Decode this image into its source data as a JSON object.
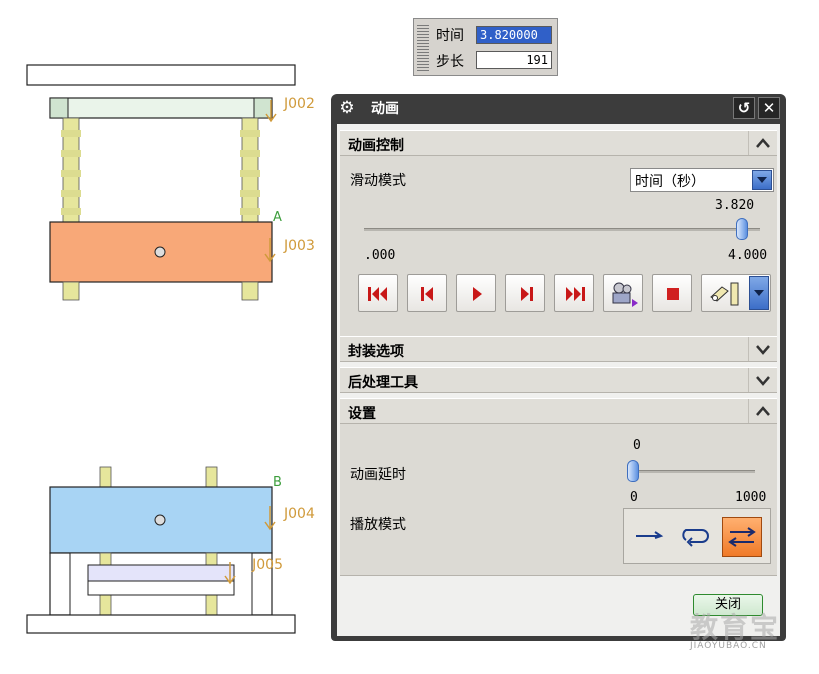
{
  "toolbar": {
    "time_label": "时间",
    "time_value": "3.820000",
    "step_label": "步长",
    "step_value": "191"
  },
  "dialog": {
    "title": "动画",
    "sections": {
      "animation_control": "动画控制",
      "package_options": "封装选项",
      "post_tools": "后处理工具",
      "settings": "设置"
    },
    "slide_mode_label": "滑动模式",
    "slide_mode_value": "时间（秒）",
    "time_slider": {
      "current": "3.820",
      "min": ".000",
      "max": "4.000",
      "fraction": 0.955
    },
    "playback_buttons": [
      "rewind-to-start",
      "step-back",
      "play",
      "step-forward",
      "fast-forward-to-end",
      "camera-record",
      "stop",
      "loop-options"
    ],
    "delay_label": "动画延时",
    "delay_slider": {
      "current": "0",
      "min": "0",
      "max": "1000",
      "fraction": 0.0
    },
    "play_mode_label": "播放模式",
    "play_modes": [
      "play-once",
      "loop",
      "ping-pong"
    ],
    "play_mode_selected": "ping-pong",
    "close_button": "关闭"
  },
  "model": {
    "joints": [
      "J002",
      "J003",
      "J004",
      "J005"
    ],
    "markers": [
      "A",
      "B"
    ]
  },
  "watermark": {
    "main": "教育宝",
    "sub": "JIAOYUBAO.CN"
  },
  "colors": {
    "dialog_frame": "#3c3c3c",
    "accent_blue": "#3c6ec8",
    "stop_red": "#d02020",
    "selected_orange": "#f08030",
    "plate_orange": "#f8a878",
    "plate_blue": "#a8d4f4",
    "pillar_yellow": "#e8e8a0",
    "joint_label": "#d09a3a",
    "marker_green": "#3d9e3d"
  }
}
